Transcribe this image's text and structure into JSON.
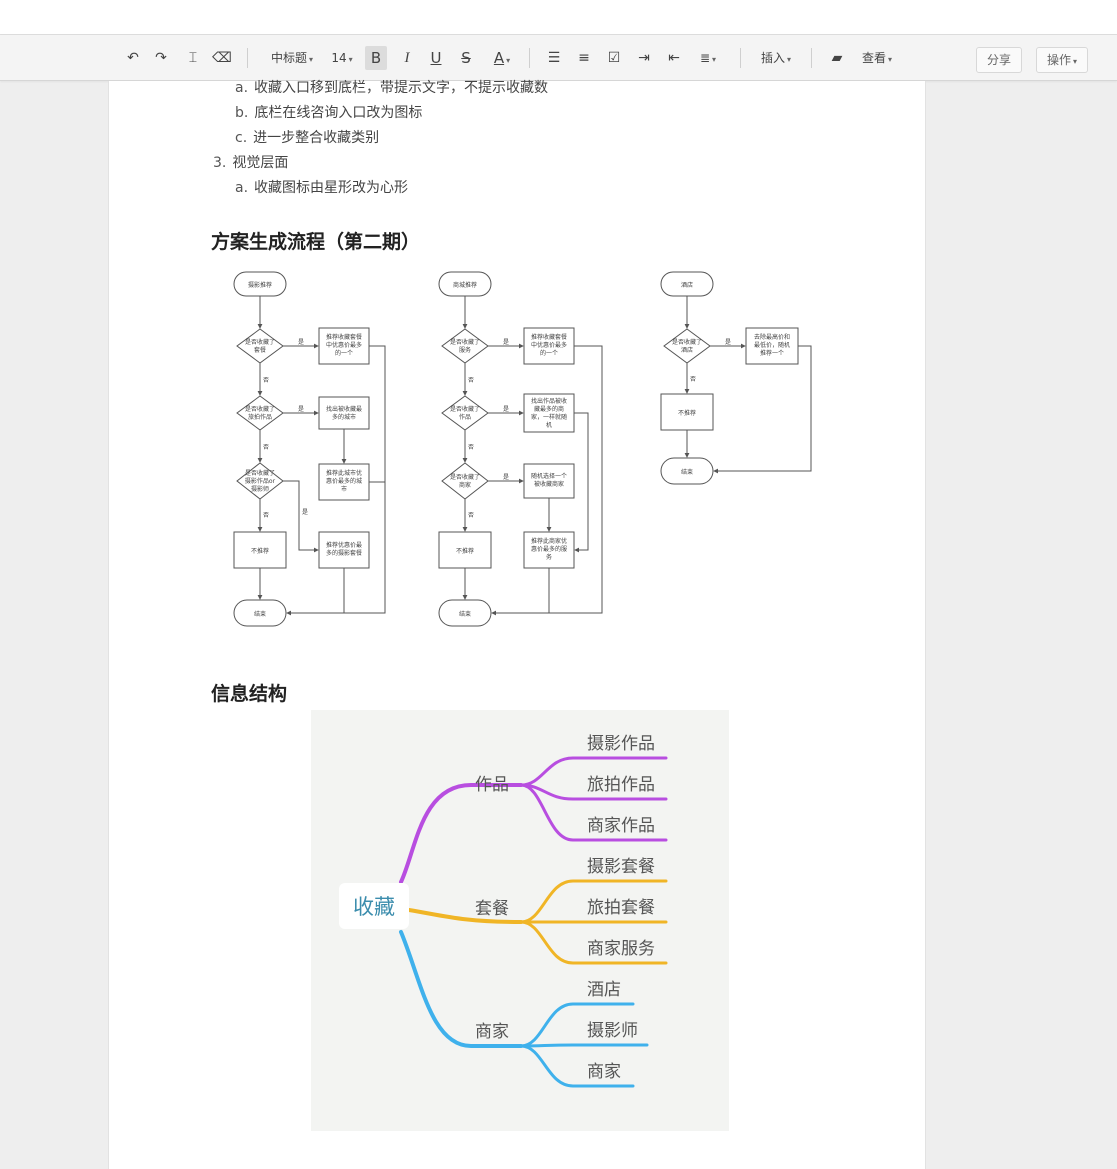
{
  "toolbar": {
    "heading_style": "中标题",
    "font_size": "14",
    "bold": "B",
    "italic": "I",
    "underline": "U",
    "strike": "S",
    "font_color": "A",
    "insert_label": "插入",
    "view_label": "查看",
    "share_label": "分享",
    "actions_label": "操作"
  },
  "doc": {
    "items": [
      {
        "marker": "a.",
        "text": "收藏入口移到底栏，带提示文字，不提示收藏数"
      },
      {
        "marker": "b.",
        "text": "底栏在线咨询入口改为图标"
      },
      {
        "marker": "c.",
        "text": "进一步整合收藏类别"
      },
      {
        "marker": "3.",
        "text": "视觉层面"
      },
      {
        "marker": "a.",
        "text": "收藏图标由星形改为心形"
      }
    ],
    "heading_flow": "方案生成流程（第二期）",
    "heading_info": "信息结构"
  },
  "flowchart": {
    "flow1": {
      "start": "摄影推荐",
      "d1": [
        "是否收藏了",
        "套餐"
      ],
      "p1": [
        "推荐收藏套餐",
        "中优惠价最多",
        "的一个"
      ],
      "d2": [
        "是否收藏了",
        "旅拍作品"
      ],
      "p2": [
        "找出被收藏最",
        "多的城市"
      ],
      "p3": [
        "推荐此城市优",
        "惠价最多的城",
        "市"
      ],
      "d3": [
        "是否收藏了",
        "摄影作品or",
        "摄影师"
      ],
      "p4": [
        "推荐优惠价最",
        "多的摄影套餐"
      ],
      "no_rec": "不推荐",
      "end": "结束",
      "yes": "是",
      "no": "否"
    },
    "flow2": {
      "start": "商城推荐",
      "d1": [
        "是否收藏了",
        "服务"
      ],
      "p1": [
        "推荐收藏套餐",
        "中优惠价最多",
        "的一个"
      ],
      "d2": [
        "是否收藏了",
        "作品"
      ],
      "p2": [
        "找出作品被收",
        "藏最多的商",
        "家，一样就随",
        "机"
      ],
      "d3": [
        "是否收藏了",
        "商家"
      ],
      "p3": [
        "随机选择一个",
        "被收藏商家"
      ],
      "p4": [
        "推荐此商家优",
        "惠价最多的服",
        "务"
      ],
      "no_rec": "不推荐",
      "end": "结束",
      "yes": "是",
      "no": "否"
    },
    "flow3": {
      "start": "酒店",
      "d1": [
        "是否收藏了",
        "酒店"
      ],
      "p1": [
        "去除最高价和",
        "最低价，随机",
        "推荐一个"
      ],
      "no_rec": "不推荐",
      "end": "结束",
      "yes": "是",
      "no": "否"
    }
  },
  "mindmap": {
    "root": "收藏",
    "branches": [
      {
        "label": "作品",
        "color": "#b84ee0",
        "leaves": [
          "摄影作品",
          "旅拍作品",
          "商家作品"
        ]
      },
      {
        "label": "套餐",
        "color": "#f0b526",
        "leaves": [
          "摄影套餐",
          "旅拍套餐",
          "商家服务"
        ]
      },
      {
        "label": "商家",
        "color": "#3fb1ec",
        "leaves": [
          "酒店",
          "摄影师",
          "商家"
        ]
      }
    ]
  }
}
